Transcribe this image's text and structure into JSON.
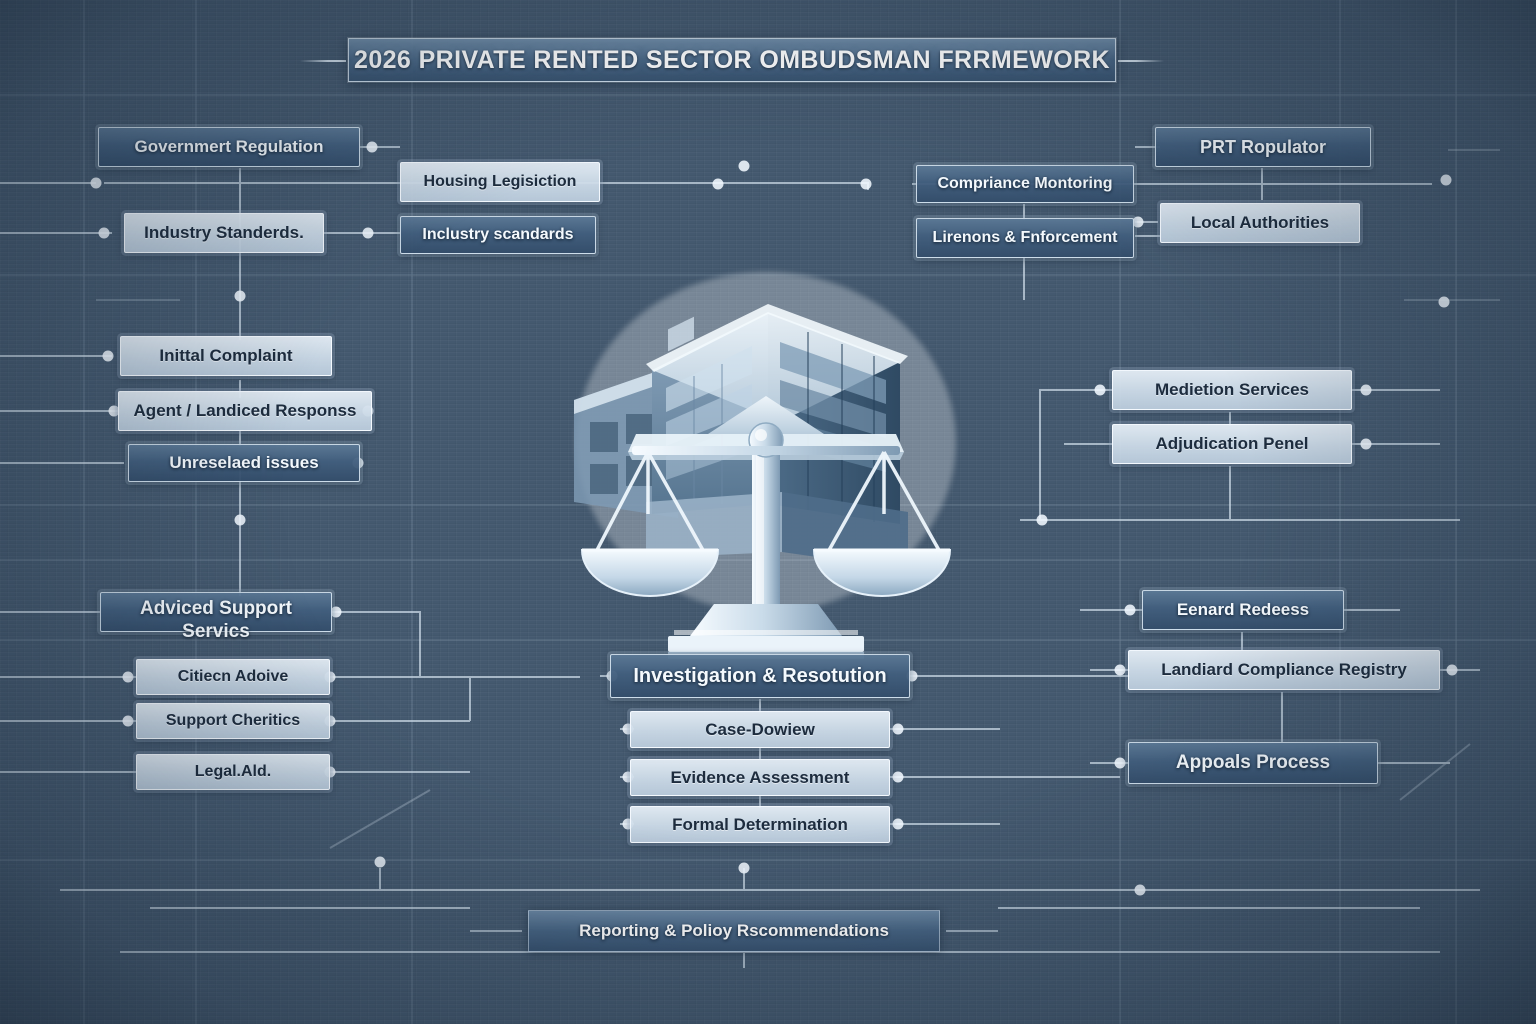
{
  "header": {
    "title": "2026 PRIVATE RENTED SECTOR OMBUDSMAN FRRMEWORK"
  },
  "footer": {
    "title": "Reporting & Polioy Rscommendations"
  },
  "centerpiece": {
    "name": "courthouse-scales-of-justice-illustration"
  },
  "nodes": {
    "government_regulation": "Governmert Regulation",
    "housing_legislation": "Housing Legisiction",
    "industry_standards_left": "Industry Standerds.",
    "industry_standards_inner": "Inclustry scandards",
    "initial_complaint": "Inittal Complaint",
    "agent_landlord_response": "Agent / Landiced Responss",
    "unresolved_issues": "Unreselaed issues",
    "advice_support_services": "Adviced Support\nServics",
    "citizens_advice": "Citiecn Adoive",
    "support_charities": "Support Cheritics",
    "legal_aid": "Legal.Ald.",
    "investigation_resolution": "Investigation & Resotution",
    "case_review": "Case-Dowiew",
    "evidence_assessment": "Evidence Assessment",
    "formal_determination": "Formal Determination",
    "prs_regulator": "PRT Ropulator",
    "compliance_monitoring": "Compriance Montoring",
    "licensing_enforcement": "Lirenons & Fnforcement",
    "local_authorities": "Local Authorities",
    "mediation_services": "Medietion Services",
    "adjudication_panel": "Adjudication Penel",
    "tenant_redress": "Eenard Redeess",
    "landlord_compliance_registry": "Landiard Compliance Registry",
    "appeals_process": "Appoals Process"
  },
  "palette": {
    "background_dark": "#3d5167",
    "background_mid": "#6a809a",
    "node_dark_fill": "#425f7e",
    "node_light_fill": "#cddbe8",
    "node_border": "#e2eef9",
    "text_light": "#f4f9fd",
    "text_dark": "#1d2c3e",
    "trace_line": "#dfeefa"
  }
}
